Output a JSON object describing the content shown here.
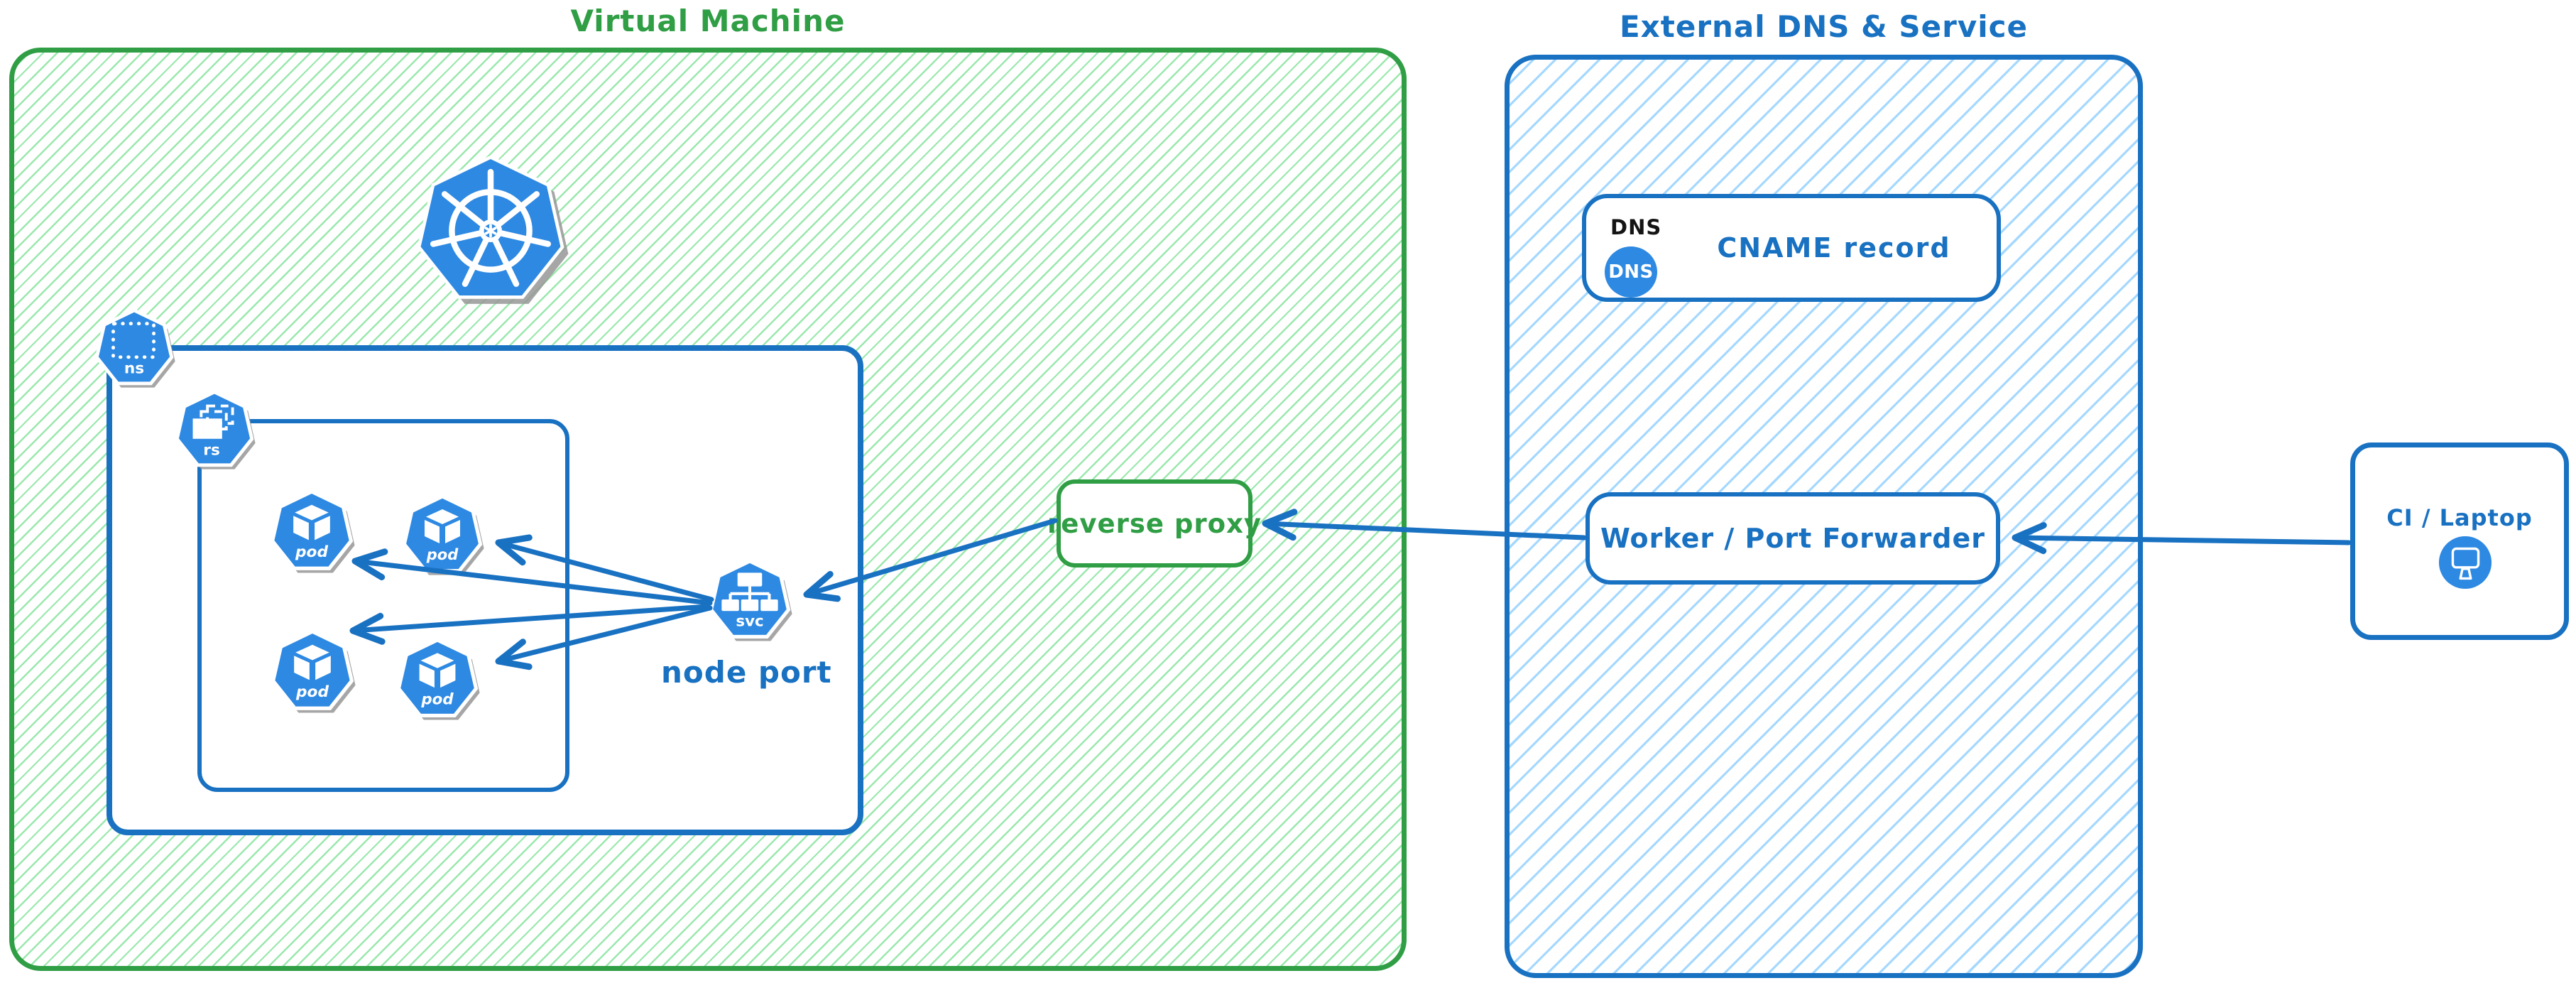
{
  "vm": {
    "title": "Virtual Machine",
    "namespace_label": "ns",
    "replicaset_label": "rs",
    "pod_label": "pod",
    "service_label": "svc",
    "node_port_label": "node port",
    "reverse_proxy_label": "reverse proxy"
  },
  "external": {
    "title": "External DNS & Service",
    "dns_tag": "DNS",
    "dns_badge": "DNS",
    "cname_label": "CNAME record",
    "worker_label": "Worker / Port Forwarder"
  },
  "client": {
    "label": "CI / Laptop"
  },
  "edges": [
    {
      "from": "ci-laptop",
      "to": "worker-port-forwarder"
    },
    {
      "from": "worker-port-forwarder",
      "to": "reverse-proxy"
    },
    {
      "from": "reverse-proxy",
      "to": "node-port-service"
    },
    {
      "from": "node-port-service",
      "to": "pod-1"
    },
    {
      "from": "node-port-service",
      "to": "pod-2"
    },
    {
      "from": "node-port-service",
      "to": "pod-3"
    },
    {
      "from": "node-port-service",
      "to": "pod-4"
    }
  ],
  "colors": {
    "green": "#2f9e44",
    "green_hachure": "#9ae8ad",
    "blue": "#1971c2",
    "blue_hachure": "#a5d8ff",
    "icon_blue": "#2e89e2"
  }
}
